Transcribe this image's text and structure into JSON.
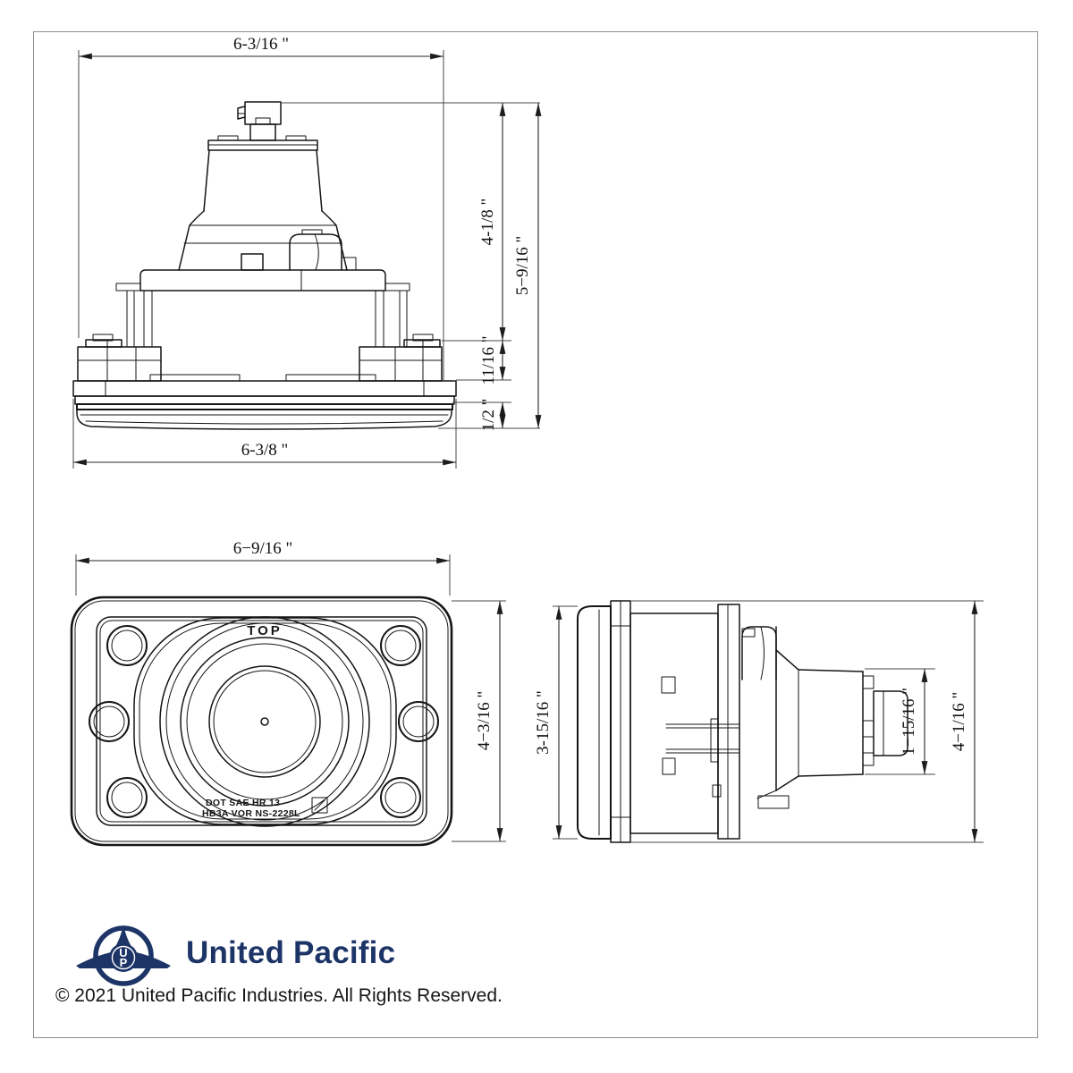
{
  "rear_view": {
    "dim_top_width": "6-3/16 \"",
    "dim_upper_height": "4-1/8 \"",
    "dim_overall_height": "5−9/16 \"",
    "dim_bracket_height": "11/16 \"",
    "dim_lens_depth": "1/2 \"",
    "dim_bottom_width": "6-3/8 \""
  },
  "front_view": {
    "dim_width": "6−9/16 \"",
    "dim_height": "4−3/16 \"",
    "lens_marking_top": "TOP",
    "cert_line1": "DOT SAE HR 13",
    "cert_line2": "HB3A VOR NS-2228L"
  },
  "side_view": {
    "dim_body_height": "3-15/16 \"",
    "dim_connector_height": "1−15/16 \"",
    "dim_overall_height": "4−1/16 \""
  },
  "footer": {
    "brand_name": "United Pacific",
    "logo_monogram_top": "U",
    "logo_monogram_bottom": "P",
    "copyright": "© 2021 United Pacific Industries. All Rights Reserved.",
    "brand_color": "#1d3467"
  }
}
